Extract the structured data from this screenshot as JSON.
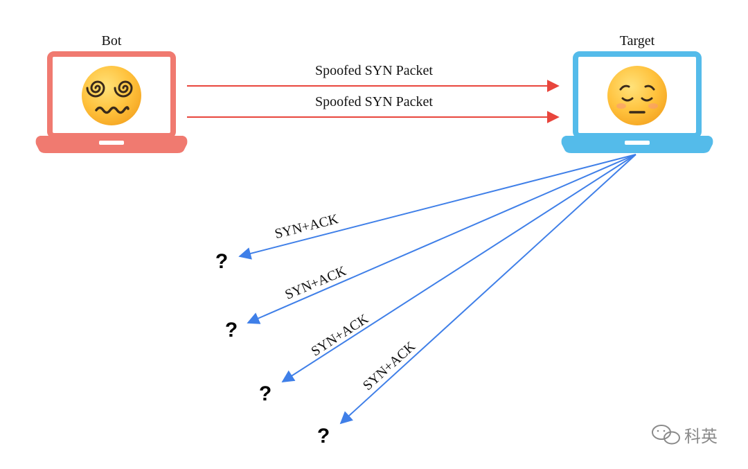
{
  "nodes": {
    "bot": {
      "label": "Bot",
      "color": "#F07A70",
      "emoji": "dizzy-face-emoji"
    },
    "target": {
      "label": "Target",
      "color": "#54BBEA",
      "emoji": "pensive-face-emoji"
    }
  },
  "arrows": {
    "spoofed": [
      {
        "label": "Spoofed SYN Packet",
        "color": "#E8453C"
      },
      {
        "label": "Spoofed SYN Packet",
        "color": "#E8453C"
      }
    ],
    "responses": [
      {
        "label": "SYN+ACK",
        "unknown": "?",
        "color": "#3F7FE8"
      },
      {
        "label": "SYN+ACK",
        "unknown": "?",
        "color": "#3F7FE8"
      },
      {
        "label": "SYN+ACK",
        "unknown": "?",
        "color": "#3F7FE8"
      },
      {
        "label": "SYN+ACK",
        "unknown": "?",
        "color": "#3F7FE8"
      }
    ]
  },
  "watermark": {
    "text": "科英",
    "icon": "wechat-icon"
  }
}
